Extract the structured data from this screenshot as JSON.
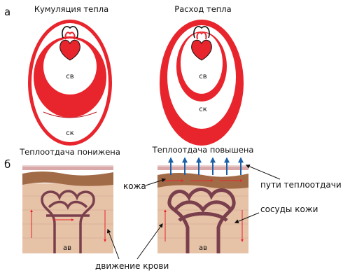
{
  "colors": {
    "blood": "#e8242c",
    "skin_fill": "#e6c2a7",
    "skin_dark": "#a26b47",
    "vessel": "#7a3f4c",
    "arrow_blue": "#1b5fa8",
    "pink_layer": "#d9a8a8"
  },
  "panel_a": {
    "letter": "а",
    "left": {
      "title": "Кумуляция тепла",
      "inner_label": "св",
      "outer_label": "ск"
    },
    "right": {
      "title": "Расход тепла",
      "inner_label": "св",
      "outer_label": "ск"
    }
  },
  "panel_b": {
    "letter": "б",
    "left": {
      "title": "Теплоотдача понижена",
      "vessel_label": "ав"
    },
    "right": {
      "title": "Теплоотдача повышена",
      "vessel_label": "ав"
    },
    "callouts": {
      "skin": "кожа",
      "heat_paths": "пути теплоотдачи",
      "skin_vessels": "сосуды кожи",
      "blood_flow": "движение крови"
    }
  }
}
